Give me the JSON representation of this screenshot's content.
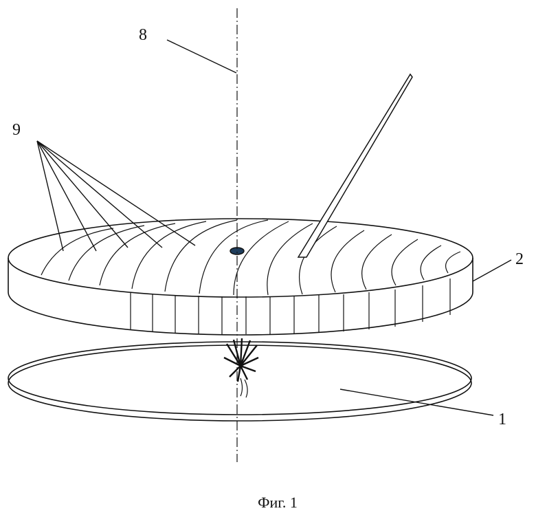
{
  "labels": {
    "axis": "8",
    "grooves": "9",
    "disc_upper": "2",
    "disc_lower": "1"
  },
  "caption": "Фиг. 1",
  "colors": {
    "line": "#111111",
    "background": "#ffffff",
    "center_dot": "#1f3d5c"
  }
}
